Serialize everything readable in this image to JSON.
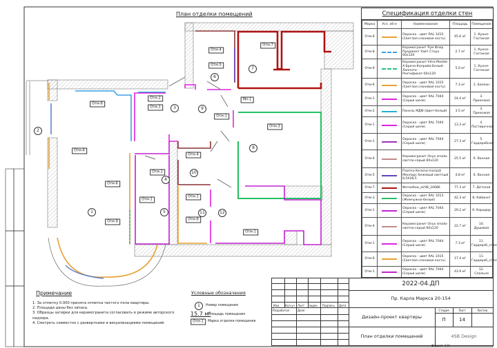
{
  "plan": {
    "title": "План отделки помещений",
    "tags": [
      "Отм-8",
      "Отм-2",
      "Отм-1",
      "Отм-6",
      "Отм-6",
      "Отм-1",
      "Отм-1",
      "Отм-9",
      "Отм-4",
      "Отм-5",
      "Отм-7",
      "Мп-1",
      "Отм-1",
      "Отм-3",
      "Отм-4",
      "Отм-1",
      "Отм-6",
      "Отм-1"
    ],
    "rooms": [
      "1",
      "2",
      "3",
      "9",
      "6",
      "7",
      "8",
      "10",
      "4",
      "5",
      "11",
      "12"
    ]
  },
  "spec": {
    "title": "Спецификация отделки стен",
    "headers": [
      "Марка",
      "Усл. об-е",
      "Наименование",
      "Площадь",
      "Помещение"
    ],
    "rows": [
      {
        "mark": "Отм-6",
        "color": "#e8a030",
        "dashed": false,
        "name": "Окраска - цвет RAL 1015 (Светлая слоновая кость)",
        "area": "45.6 м²",
        "room": "1. Кухня-Гостиная"
      },
      {
        "mark": "Отм-8",
        "color": "#3aa0e0",
        "dashed": true,
        "name": "Керамогранит Рум Флор Проджект Уайт Стоун 60х120",
        "area": "2.7 м²",
        "room": "1. Кухня-Гостиная"
      },
      {
        "mark": "Отм-9",
        "color": "#20c080",
        "dashed": true,
        "name": "Керамогранит-Vitra-Marble-X-Брача-Капрайа-Белый-Лаппато-Ректификат-60х120",
        "area": "5.0 м²",
        "room": "1. Кухня-Гостиная"
      },
      {
        "mark": "Отм-6",
        "color": "#e8a030",
        "dashed": false,
        "name": "Окраска - цвет RAL 1015 (Светлая слоновая кость)",
        "area": "7.3 м²",
        "room": "2. Балкон"
      },
      {
        "mark": "Отм-1",
        "color": "#e020e0",
        "dashed": false,
        "name": "Окраска - цвет RAL 7044 (Серый шелк)",
        "area": "24.4 м²",
        "room": "3. Прихожая"
      },
      {
        "mark": "Отм-2",
        "color": "#20b0d0",
        "dashed": false,
        "name": "Панель МДФ (Цвет-белый)",
        "area": "3.5 м²",
        "room": "3. Прихожая"
      },
      {
        "mark": "Отм-1",
        "color": "#e020e0",
        "dashed": false,
        "name": "Окраска - цвет RAL 7044 (Серый шелк)",
        "area": "13.3 м²",
        "room": "4. Постирочная"
      },
      {
        "mark": "Отм-1",
        "color": "#a030c0",
        "dashed": false,
        "name": "Окраска - цвет RAL 7044 (Серый шелк)",
        "area": "27.3 м²",
        "room": "5. Гардеробная"
      },
      {
        "mark": "Отм-4",
        "color": "#c08888",
        "dashed": false,
        "name": "Керамогранит Onyx smoke светло-серый 60х120",
        "area": "25.5 м²",
        "room": "6. Ванная"
      },
      {
        "mark": "Отм-5",
        "color": "#6040c0",
        "dashed": false,
        "name": "Плитка Kerama-marazzi Монпарс бежевый светлый 8,5Х28,5",
        "area": "4.8 м²",
        "room": "6. Ванная"
      },
      {
        "mark": "Отм-7",
        "color": "#b01010",
        "dashed": false,
        "name": "Фотообои_air08_24686",
        "area": "77.3 м²",
        "room": "7. Детская"
      },
      {
        "mark": "Отм-3",
        "color": "#20c060",
        "dashed": false,
        "name": "Окраска - цвет RAL 1013 (Жемчужно-белый)",
        "area": "42.3 м²",
        "room": "8. Кабинет"
      },
      {
        "mark": "Отм-1",
        "color": "#c020d0",
        "dashed": false,
        "name": "Окраска - цвет RAL 7044 (Серый шелк)",
        "area": "29.2 м²",
        "room": "9. Коридор"
      },
      {
        "mark": "Отм-4",
        "color": "#c08888",
        "dashed": false,
        "name": "Керамогранит Onyx smoke светло-серый 60х120",
        "area": "22.7 м²",
        "room": "10. Душевая"
      },
      {
        "mark": "Отм-1",
        "color": "#e020e0",
        "dashed": false,
        "name": "Окраска - цвет RAL 7044 (Серый шелк)",
        "area": "7.3 м²",
        "room": "11. Гардероб_спальни"
      },
      {
        "mark": "Отм-6",
        "color": "#e8a030",
        "dashed": false,
        "name": "Окраска - цвет RAL 1015 (Светлая слоновая кость)",
        "area": "17.4 м²",
        "room": "11. Гардероб_спальни"
      },
      {
        "mark": "Отм-1",
        "color": "#c020d0",
        "dashed": false,
        "name": "Окраска - цвет RAL 7044 (Серый шелк)",
        "area": "43.9 м²",
        "room": "12. Спальня"
      }
    ]
  },
  "notes": {
    "title": "Примечание",
    "items": [
      "1. За отметку 0.000 принята отметка чистого пола квартиры.",
      "2. Площади даны без запаса.",
      "3. Образцы затирки для керамогранита согласовать в режиме авторского надзора.",
      "4. Смотреть совместно с развертками и визуализациями помещений."
    ]
  },
  "legend": {
    "title": "Условные обозначения",
    "room_symbol": "1",
    "room_label": "Номер помещения",
    "area_symbol": "15.7 м²",
    "area_label": "Площадь помещения",
    "mark_symbol": "Отм-1",
    "mark_label": "Марка отделки помещения"
  },
  "title_block": {
    "code": "2022-04.ДП",
    "address": "Пр. Карла Маркса 20-154",
    "project": "Дизайн-проект квартиры",
    "sheet_title": "План отделки помещений",
    "cols": [
      "Изм.",
      "Кол.уч",
      "Лист",
      "№док.",
      "Подпись",
      "Дата"
    ],
    "developed": "Разработал",
    "role": "Дизя",
    "stage_label": "Стадия",
    "sheet_label": "Лист",
    "sheets_label": "Листов",
    "stage": "П",
    "sheet": "14",
    "company": "4SB Design",
    "format": "Формат: А3А"
  },
  "colors": {
    "wall": "#888888",
    "om1": "#e020e0",
    "om3": "#20c060",
    "om6": "#e8a030",
    "om7": "#b01010"
  }
}
